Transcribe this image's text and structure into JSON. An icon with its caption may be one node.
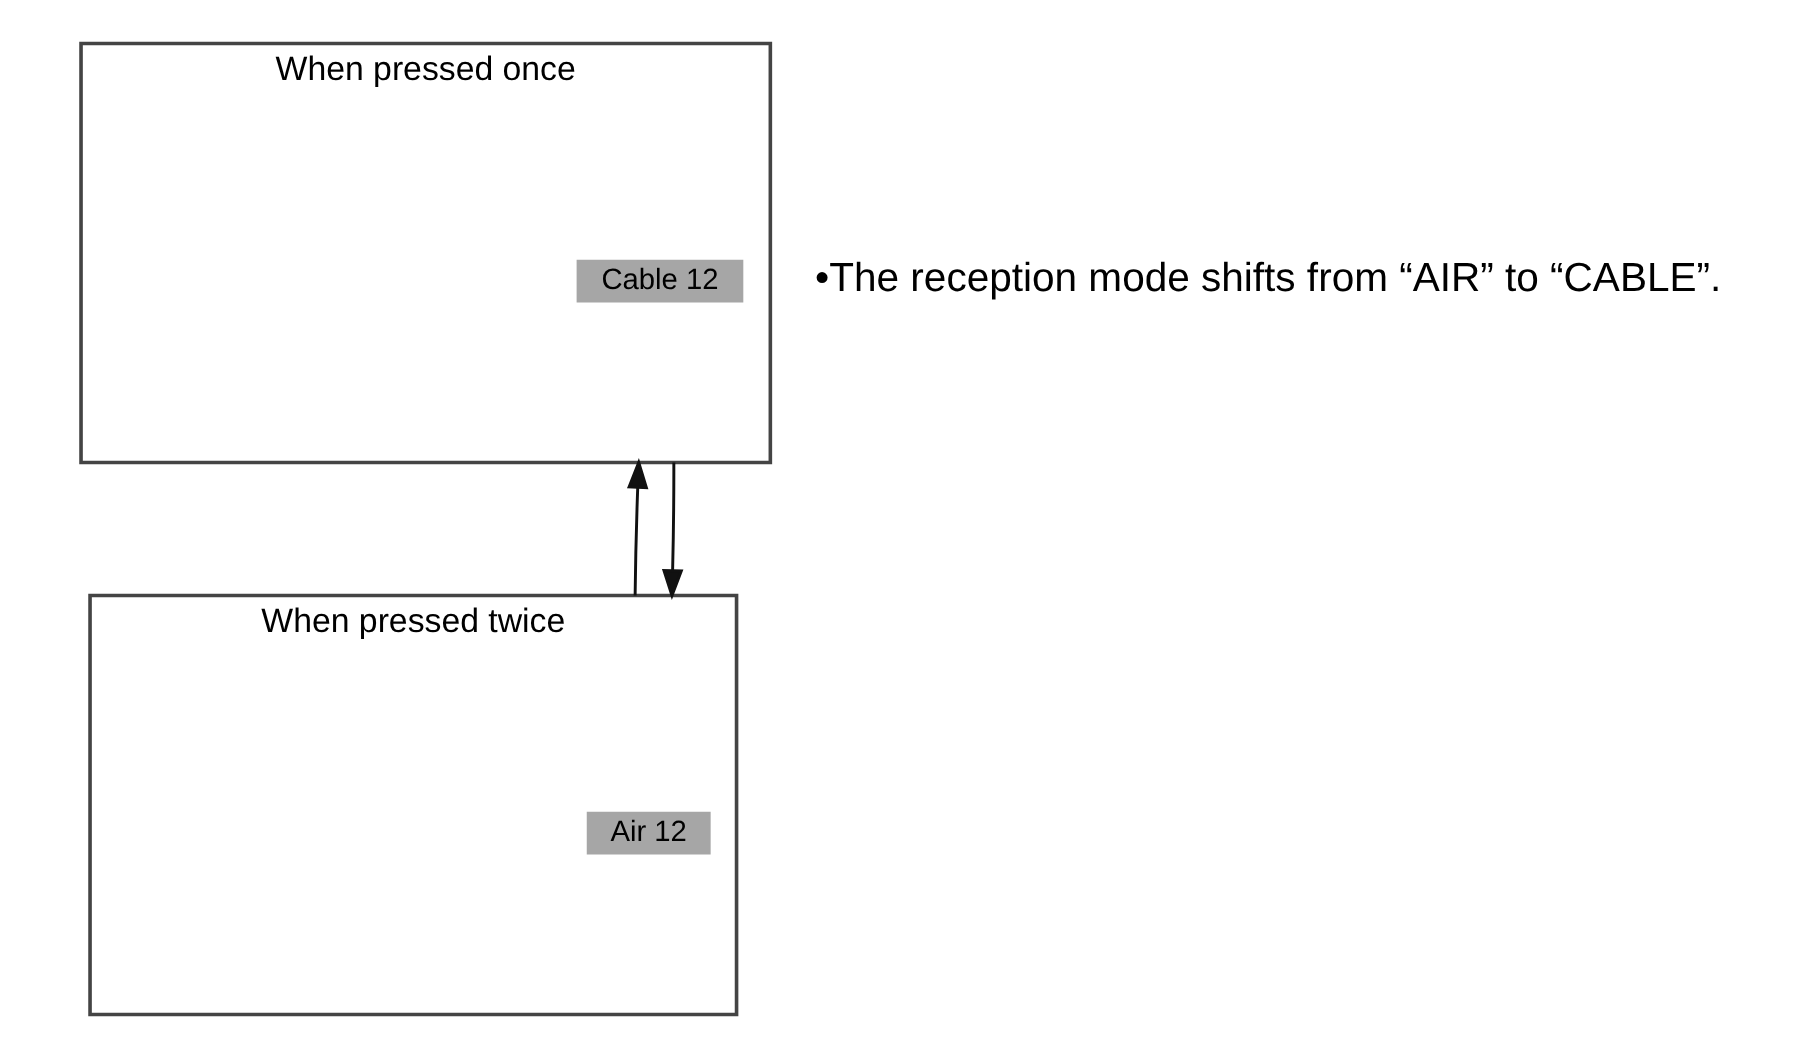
{
  "diagram": {
    "nodes": [
      {
        "text": [
          "When pressed once"
        ]
      },
      {
        "text": [
          "Cable 12"
        ],
        "in": 0
      },
      {
        "text": [
          "When pressed twice"
        ]
      },
      {
        "text": [
          "Air 12"
        ],
        "in": 2
      }
    ],
    "edges": [
      {
        "from": 0,
        "to": 2,
        "arrow": "to"
      },
      {
        "from": 2,
        "to": 0,
        "arrow": "to"
      }
    ],
    "labels": [
      "•The reception mode shifts from “AIR” to “CABLE”."
    ]
  }
}
